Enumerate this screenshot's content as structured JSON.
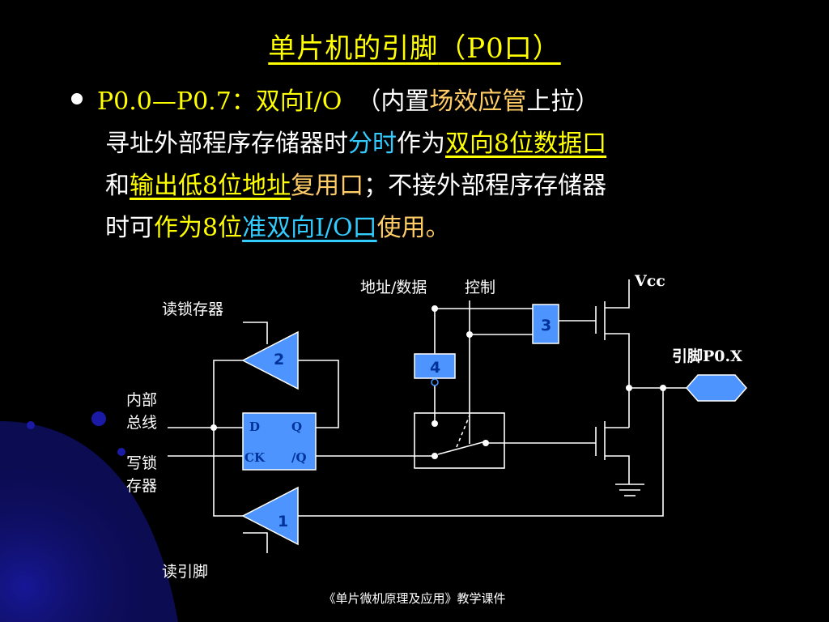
{
  "title": {
    "main": "单片机的引脚",
    "port": "（P0口）"
  },
  "bullet": {
    "head": "P0.0—P0.7：双向I/O",
    "paren_open": "（内置",
    "device": "场效应管",
    "paren_close": "上拉）"
  },
  "paragraph": {
    "s1": "寻址外部程序存储器时",
    "s2": "分时",
    "s3": "作为",
    "s4": "双向8位数据口",
    "s5": "和",
    "s6": "输出低8位地址",
    "s7": "复用口",
    "s8": "；不接外部程序存储器",
    "s9": "时可",
    "s10": "作为8位",
    "s11": "准双向I/O口",
    "s12": "使用。"
  },
  "circuit": {
    "label_read_latch": "读锁存器",
    "label_internal_bus_1": "内部",
    "label_internal_bus_2": "总线",
    "label_write_latch_1": "写锁",
    "label_write_latch_2": "存器",
    "label_read_pin": "读引脚",
    "label_addr_data": "地址/数据",
    "label_control": "控制",
    "label_vcc": "Vcc",
    "label_pin": "引脚P0.X",
    "ff_d": "D",
    "ff_q": "Q",
    "ff_ck": "CK",
    "ff_nq": "/Q",
    "buf1": "1",
    "buf2": "2",
    "gate3": "3",
    "gate4": "4"
  },
  "footer": "《单片微机原理及应用》教学课件",
  "colors": {
    "background": "#000000",
    "title": "#ffff00",
    "highlight_orange": "#ffcc66",
    "highlight_cyan": "#33ccff",
    "component_fill": "#4d94ff",
    "decoration_blue": "#1a1aa6"
  }
}
